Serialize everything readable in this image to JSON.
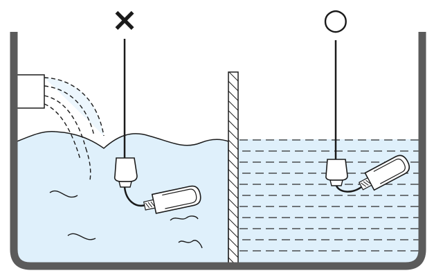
{
  "marks": {
    "wrong": "×",
    "right": "○"
  },
  "colors": {
    "water": "#dff0fb",
    "outline": "#1a1a1a",
    "tank_wall": "#5b5b5b",
    "calm_lines": "#2a2a2a",
    "background": "#ffffff"
  },
  "scenes": [
    {
      "name": "turbulent-side",
      "condition": "wrong"
    },
    {
      "name": "calm-side",
      "condition": "right"
    }
  ]
}
